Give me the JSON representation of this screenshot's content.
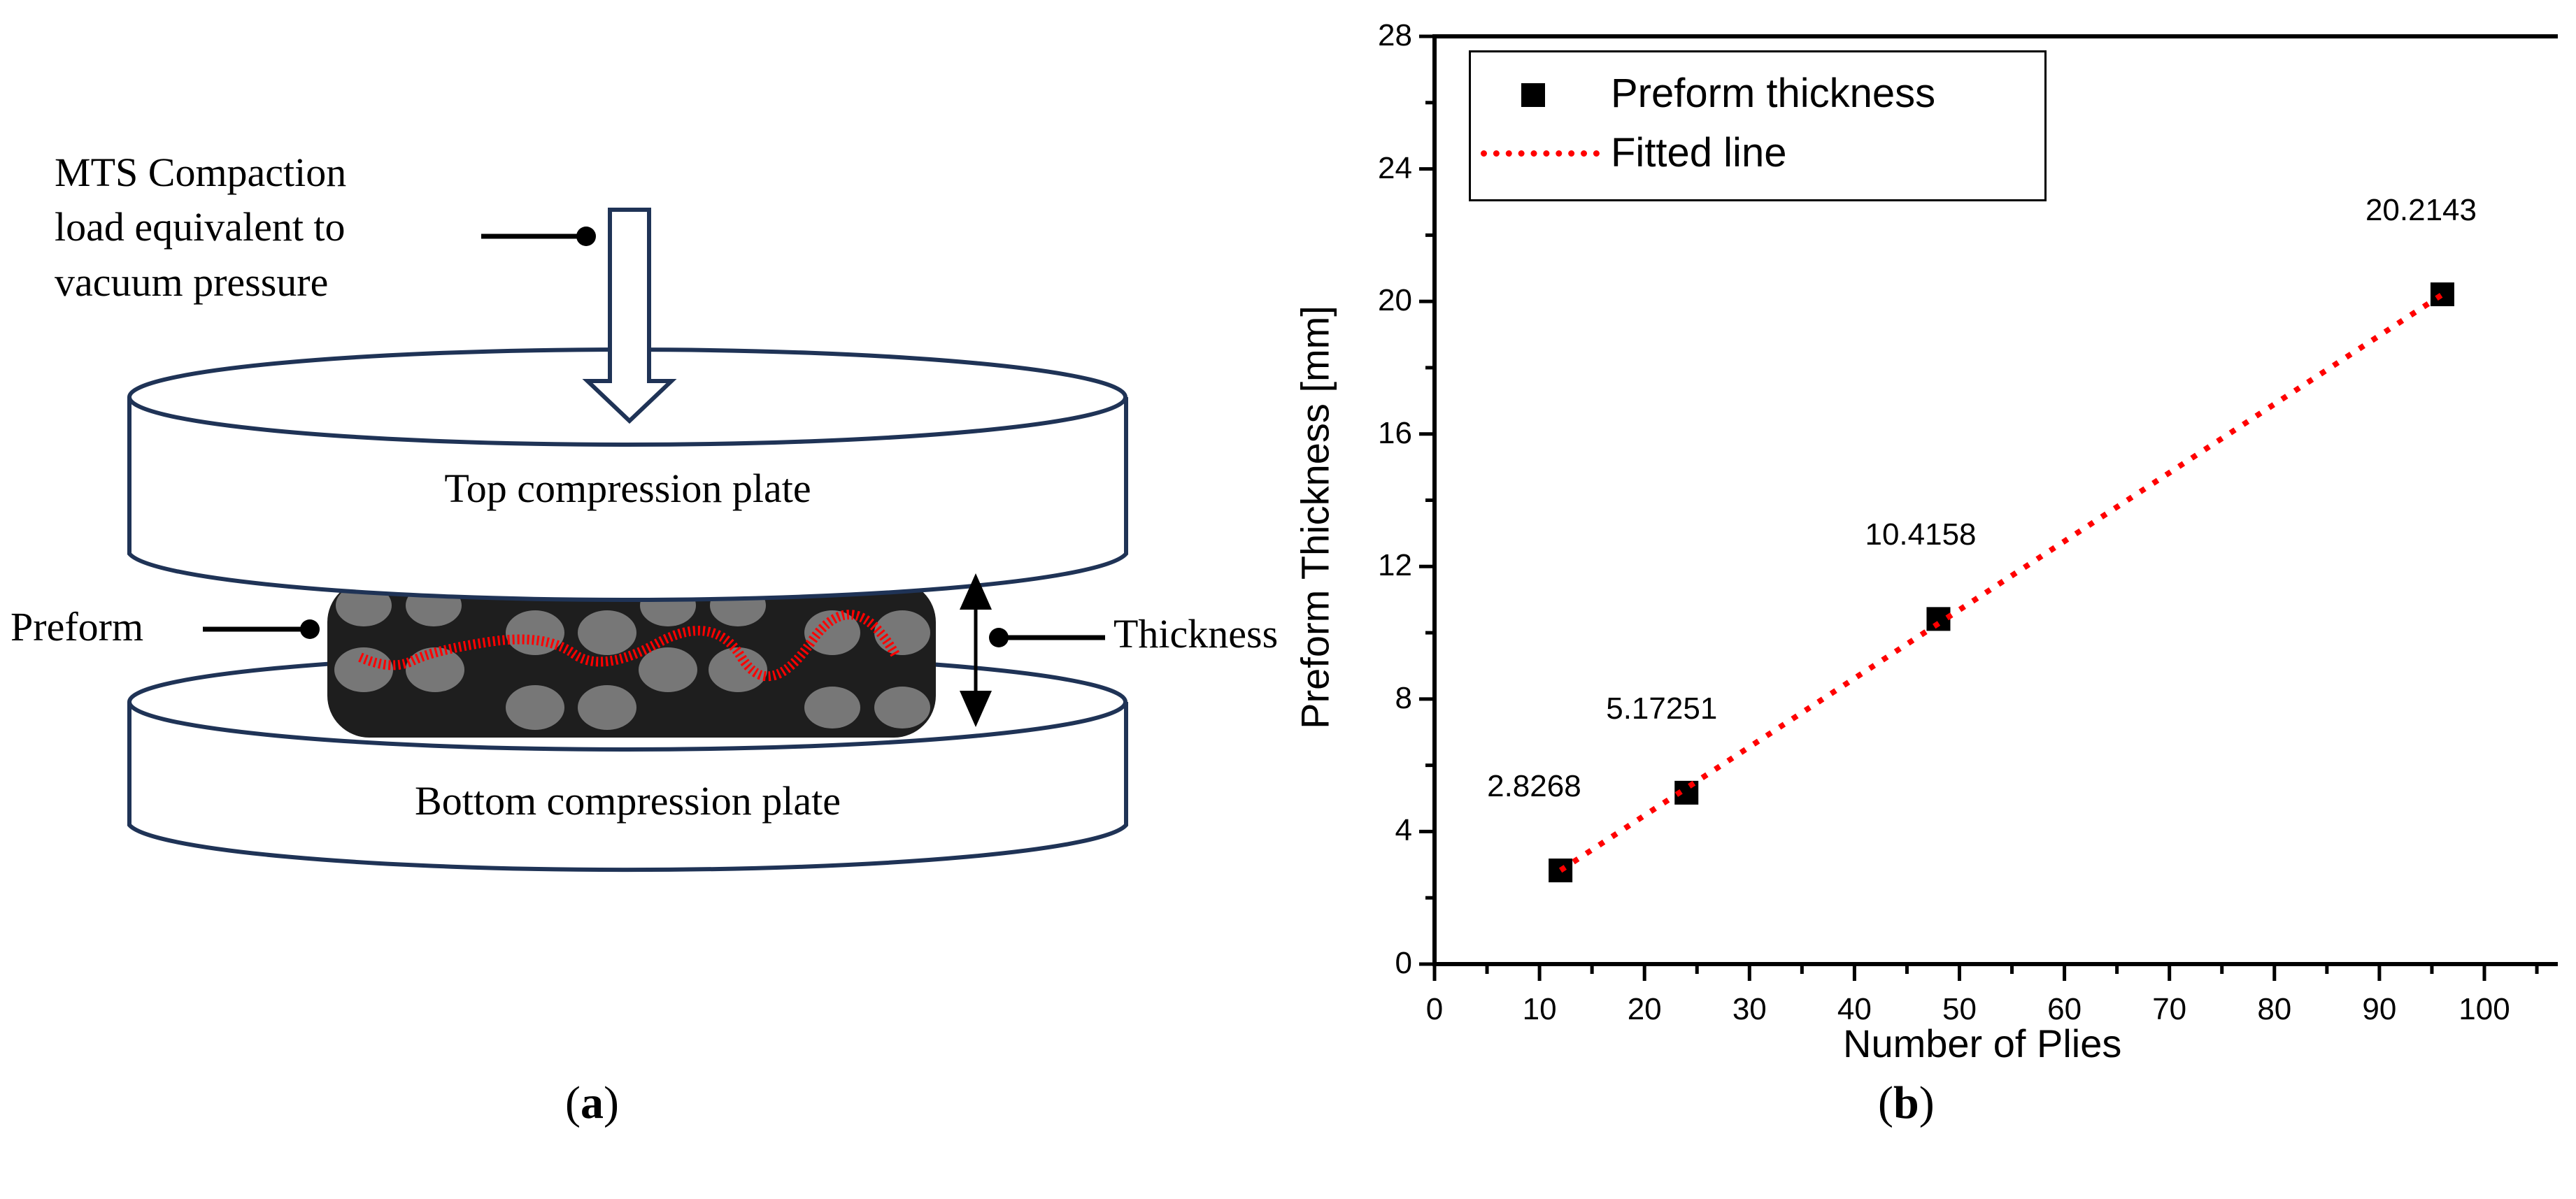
{
  "panel_a": {
    "load_label_lines": [
      "MTS Compaction",
      "load equivalent to",
      "vacuum pressure"
    ],
    "top_plate_label": "Top compression plate",
    "bottom_plate_label": "Bottom compression plate",
    "preform_label": "Preform",
    "thickness_label": "Thickness",
    "caption_letter": "a"
  },
  "panel_b": {
    "caption_letter": "b"
  },
  "colors": {
    "plate_outline": "#1f3356",
    "fit_line": "#ff0000",
    "marker": "#000000",
    "preform_dark": "#1e1e1e",
    "preform_fiber": "#777777"
  },
  "chart_data": {
    "type": "scatter",
    "title": "",
    "xlabel": "Number of Plies",
    "ylabel": "Preform Thickness [mm]",
    "xlim": [
      0,
      107
    ],
    "ylim": [
      0,
      28
    ],
    "xticks": [
      0,
      10,
      20,
      30,
      40,
      50,
      60,
      70,
      80,
      90,
      100
    ],
    "yticks": [
      0,
      4,
      8,
      12,
      16,
      20,
      24,
      28
    ],
    "grid": false,
    "legend_position": "upper left",
    "series": [
      {
        "name": "Preform thickness",
        "kind": "scatter",
        "marker": "square",
        "color": "#000000",
        "x": [
          12,
          24,
          48,
          96
        ],
        "y": [
          2.8268,
          5.17251,
          10.4158,
          20.2143
        ],
        "labels": [
          "2.8268",
          "5.17251",
          "10.4158",
          "20.2143"
        ]
      },
      {
        "name": "Fitted line",
        "kind": "line",
        "style": "dotted",
        "color": "#ff0000",
        "x": [
          12,
          96
        ],
        "y": [
          2.83,
          20.21
        ]
      }
    ]
  }
}
